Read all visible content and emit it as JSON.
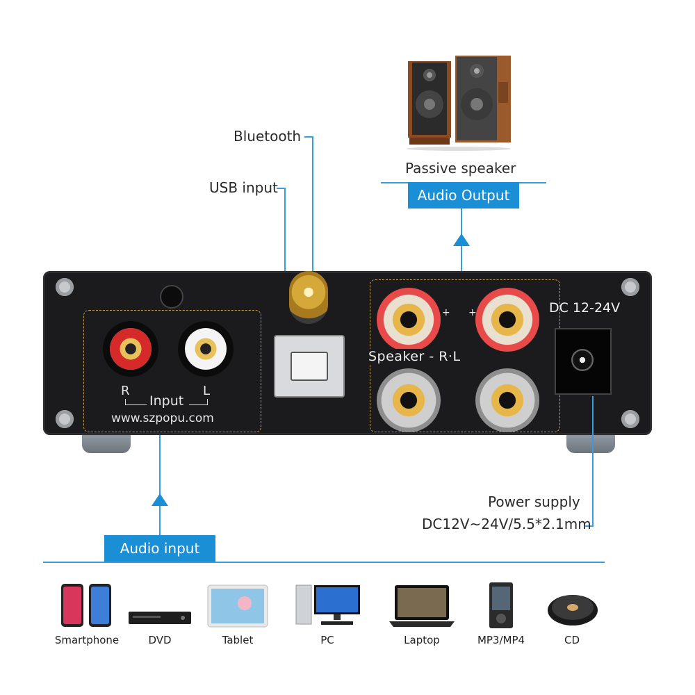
{
  "callouts": {
    "bluetooth": "Bluetooth",
    "usb_input": "USB input",
    "passive_speaker": "Passive speaker",
    "audio_output": "Audio Output",
    "audio_input": "Audio input",
    "power_supply_line1": "Power supply",
    "power_supply_line2": "DC12V~24V/5.5*2.1mm"
  },
  "panel": {
    "dc_label": "DC 12-24V",
    "input_r": "R",
    "input_word": "Input",
    "input_l": "L",
    "website": "www.szpopu.com",
    "speaker_label": "Speaker - R·L",
    "plus": "+"
  },
  "devices": [
    {
      "label": "Smartphone",
      "icon": "smartphone-icon"
    },
    {
      "label": "DVD",
      "icon": "dvd-player-icon"
    },
    {
      "label": "Tablet",
      "icon": "tablet-icon"
    },
    {
      "label": "PC",
      "icon": "pc-icon"
    },
    {
      "label": "Laptop",
      "icon": "laptop-icon"
    },
    {
      "label": "MP3/MP4",
      "icon": "mp3-player-icon"
    },
    {
      "label": "CD",
      "icon": "cd-player-icon"
    }
  ],
  "colors": {
    "accent": "#1a8fd6",
    "line": "#3b9be0",
    "panel": "#1b1b1d",
    "gold": "#c9a24a",
    "red_ring": "#d62a2a"
  }
}
